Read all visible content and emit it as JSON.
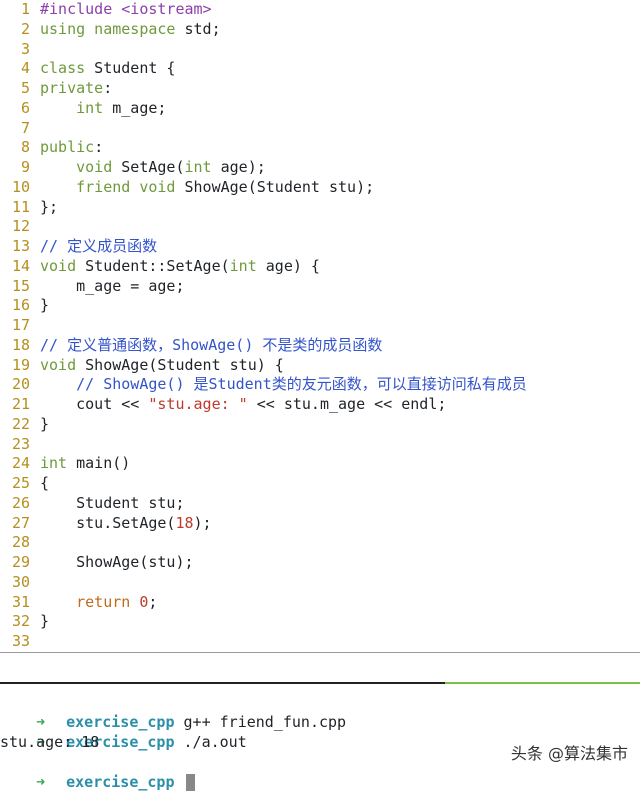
{
  "editor": {
    "lines": [
      {
        "n": "1",
        "tokens": [
          {
            "t": "#include <iostream>",
            "c": "pre"
          }
        ]
      },
      {
        "n": "2",
        "tokens": [
          {
            "t": "using namespace",
            "c": "kw"
          },
          {
            "t": " std;",
            "c": "plain"
          }
        ]
      },
      {
        "n": "3",
        "tokens": []
      },
      {
        "n": "4",
        "tokens": [
          {
            "t": "class",
            "c": "kw"
          },
          {
            "t": " Student {",
            "c": "plain"
          }
        ]
      },
      {
        "n": "5",
        "tokens": [
          {
            "t": "private",
            "c": "kw"
          },
          {
            "t": ":",
            "c": "plain"
          }
        ]
      },
      {
        "n": "6",
        "tokens": [
          {
            "t": "    ",
            "c": "plain"
          },
          {
            "t": "int",
            "c": "kw"
          },
          {
            "t": " m_age;",
            "c": "plain"
          }
        ]
      },
      {
        "n": "7",
        "tokens": []
      },
      {
        "n": "8",
        "tokens": [
          {
            "t": "public",
            "c": "kw"
          },
          {
            "t": ":",
            "c": "plain"
          }
        ]
      },
      {
        "n": "9",
        "tokens": [
          {
            "t": "    ",
            "c": "plain"
          },
          {
            "t": "void",
            "c": "kw"
          },
          {
            "t": " SetAge(",
            "c": "plain"
          },
          {
            "t": "int",
            "c": "kw"
          },
          {
            "t": " age);",
            "c": "plain"
          }
        ]
      },
      {
        "n": "10",
        "tokens": [
          {
            "t": "    ",
            "c": "plain"
          },
          {
            "t": "friend void",
            "c": "kw"
          },
          {
            "t": " ShowAge(Student stu);",
            "c": "plain"
          }
        ]
      },
      {
        "n": "11",
        "tokens": [
          {
            "t": "};",
            "c": "plain"
          }
        ]
      },
      {
        "n": "12",
        "tokens": []
      },
      {
        "n": "13",
        "tokens": [
          {
            "t": "// 定义成员函数",
            "c": "cmt"
          }
        ]
      },
      {
        "n": "14",
        "tokens": [
          {
            "t": "void",
            "c": "kw"
          },
          {
            "t": " Student::SetAge(",
            "c": "plain"
          },
          {
            "t": "int",
            "c": "kw"
          },
          {
            "t": " age) {",
            "c": "plain"
          }
        ]
      },
      {
        "n": "15",
        "tokens": [
          {
            "t": "    m_age = age;",
            "c": "plain"
          }
        ]
      },
      {
        "n": "16",
        "tokens": [
          {
            "t": "}",
            "c": "plain"
          }
        ]
      },
      {
        "n": "17",
        "tokens": []
      },
      {
        "n": "18",
        "tokens": [
          {
            "t": "// 定义普通函数，ShowAge() 不是类的成员函数",
            "c": "cmt"
          }
        ]
      },
      {
        "n": "19",
        "tokens": [
          {
            "t": "void",
            "c": "kw"
          },
          {
            "t": " ShowAge(Student stu) {",
            "c": "plain"
          }
        ]
      },
      {
        "n": "20",
        "tokens": [
          {
            "t": "    ",
            "c": "plain"
          },
          {
            "t": "// ShowAge() 是Student类的友元函数，可以直接访问私有成员",
            "c": "cmt"
          }
        ]
      },
      {
        "n": "21",
        "tokens": [
          {
            "t": "    cout << ",
            "c": "plain"
          },
          {
            "t": "\"stu.age: \"",
            "c": "str"
          },
          {
            "t": " << stu.m_age << endl;",
            "c": "plain"
          }
        ]
      },
      {
        "n": "22",
        "tokens": [
          {
            "t": "}",
            "c": "plain"
          }
        ]
      },
      {
        "n": "23",
        "tokens": []
      },
      {
        "n": "24",
        "tokens": [
          {
            "t": "int",
            "c": "kw"
          },
          {
            "t": " main()",
            "c": "plain"
          }
        ]
      },
      {
        "n": "25",
        "tokens": [
          {
            "t": "{",
            "c": "plain"
          }
        ]
      },
      {
        "n": "26",
        "tokens": [
          {
            "t": "    Student stu;",
            "c": "plain"
          }
        ]
      },
      {
        "n": "27",
        "tokens": [
          {
            "t": "    stu.SetAge(",
            "c": "plain"
          },
          {
            "t": "18",
            "c": "num"
          },
          {
            "t": ");",
            "c": "plain"
          }
        ]
      },
      {
        "n": "28",
        "tokens": []
      },
      {
        "n": "29",
        "tokens": [
          {
            "t": "    ShowAge(stu);",
            "c": "plain"
          }
        ]
      },
      {
        "n": "30",
        "tokens": []
      },
      {
        "n": "31",
        "tokens": [
          {
            "t": "    ",
            "c": "plain"
          },
          {
            "t": "return",
            "c": "pkw"
          },
          {
            "t": " ",
            "c": "plain"
          },
          {
            "t": "0",
            "c": "num"
          },
          {
            "t": ";",
            "c": "plain"
          }
        ]
      },
      {
        "n": "32",
        "tokens": [
          {
            "t": "}",
            "c": "plain"
          }
        ]
      },
      {
        "n": "33",
        "tokens": []
      }
    ]
  },
  "terminal": {
    "prompt_arrow": "➜",
    "dir": "exercise_cpp",
    "cmd1": "g++ friend_fun.cpp",
    "cmd2": "./a.out",
    "output": "stu.age: 18"
  },
  "watermark": "头条 @算法集市",
  "colors": {
    "keyword": "#6f9a3b",
    "string": "#c0392b",
    "comment": "#3454c9",
    "preprocessor": "#8c3fa8",
    "line_number": "#b58f1e",
    "prompt_arrow": "#3aa657",
    "dir": "#2b8fa8"
  }
}
